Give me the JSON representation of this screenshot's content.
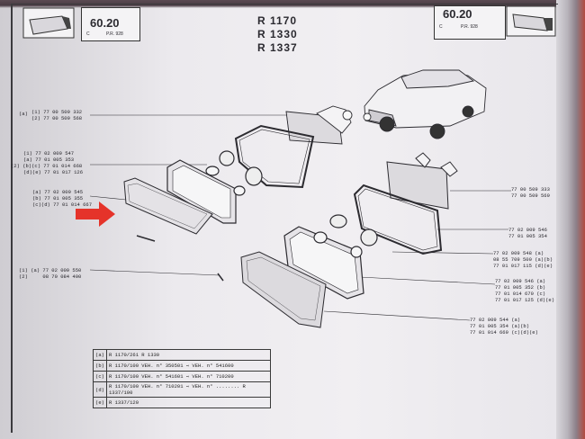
{
  "header": {
    "models": [
      "R 1170",
      "R 1330",
      "R 1337"
    ],
    "left_code": "60.20",
    "left_sub_c": "C",
    "left_sub_pr": "P.R. 928",
    "right_code": "60.20",
    "right_sub_c": "C",
    "right_sub_pr": "P.R. 928"
  },
  "left_labels": [
    {
      "brace": "(a)",
      "lines": [
        "(1) 77 00 509 332",
        "(2) 77 00 509 568"
      ]
    },
    {
      "brace": "",
      "lines": [
        "(1) 77 02 009 547",
        "(a) 77 01 005 353",
        "(2) (b)(c) 77 01 014 668",
        "(d)(e) 77 01 017 126"
      ]
    },
    {
      "brace": "",
      "lines": [
        "(a) 77 02 009 545",
        "(b) 77 01 005 355",
        "(c)(d) 77 01 014 667"
      ]
    },
    {
      "brace": "",
      "lines": [
        "(1) (a) 77 02 009 550",
        "(2)     08 70 084 400"
      ]
    }
  ],
  "right_labels": [
    [
      "77 00 509 333",
      "77 00 509 569"
    ],
    [
      "77 02 009 546",
      "77 01 005 354"
    ],
    [
      "77 02 009 548 (a)",
      "08 55 709 500 (a)(b)",
      "77 01 017 115 (d)(e)"
    ],
    [
      "77 02 009 546 (a)",
      "77 01 005 352 (b)",
      "77 01 014 670 (c)",
      "77 01 017 125 (d)(e)"
    ],
    [
      "77 02 009 544 (a)",
      "77 01 005 354 (a)(b)",
      "77 01 014 669 (c)(d)(e)"
    ]
  ],
  "ref_table": [
    {
      "key": "(a)",
      "text": "R 1170/261   R 1330"
    },
    {
      "key": "(b)",
      "text": "R 1170/100 VEH. n° 350501 ⇨ VEH. n° 541600"
    },
    {
      "key": "(c)",
      "text": "R 1170/100 VEH. n° 541601 ⇨ VEH. n° 710200"
    },
    {
      "key": "(d)",
      "text": "R 1170/100 VEH. n° 710201 ⇨ VEH. n° ........   R 1337/100"
    },
    {
      "key": "(e)",
      "text": "R 1337/120"
    }
  ],
  "colors": {
    "arrow": "#e5332a",
    "ink": "#25242a",
    "paper": "#eceaee"
  }
}
